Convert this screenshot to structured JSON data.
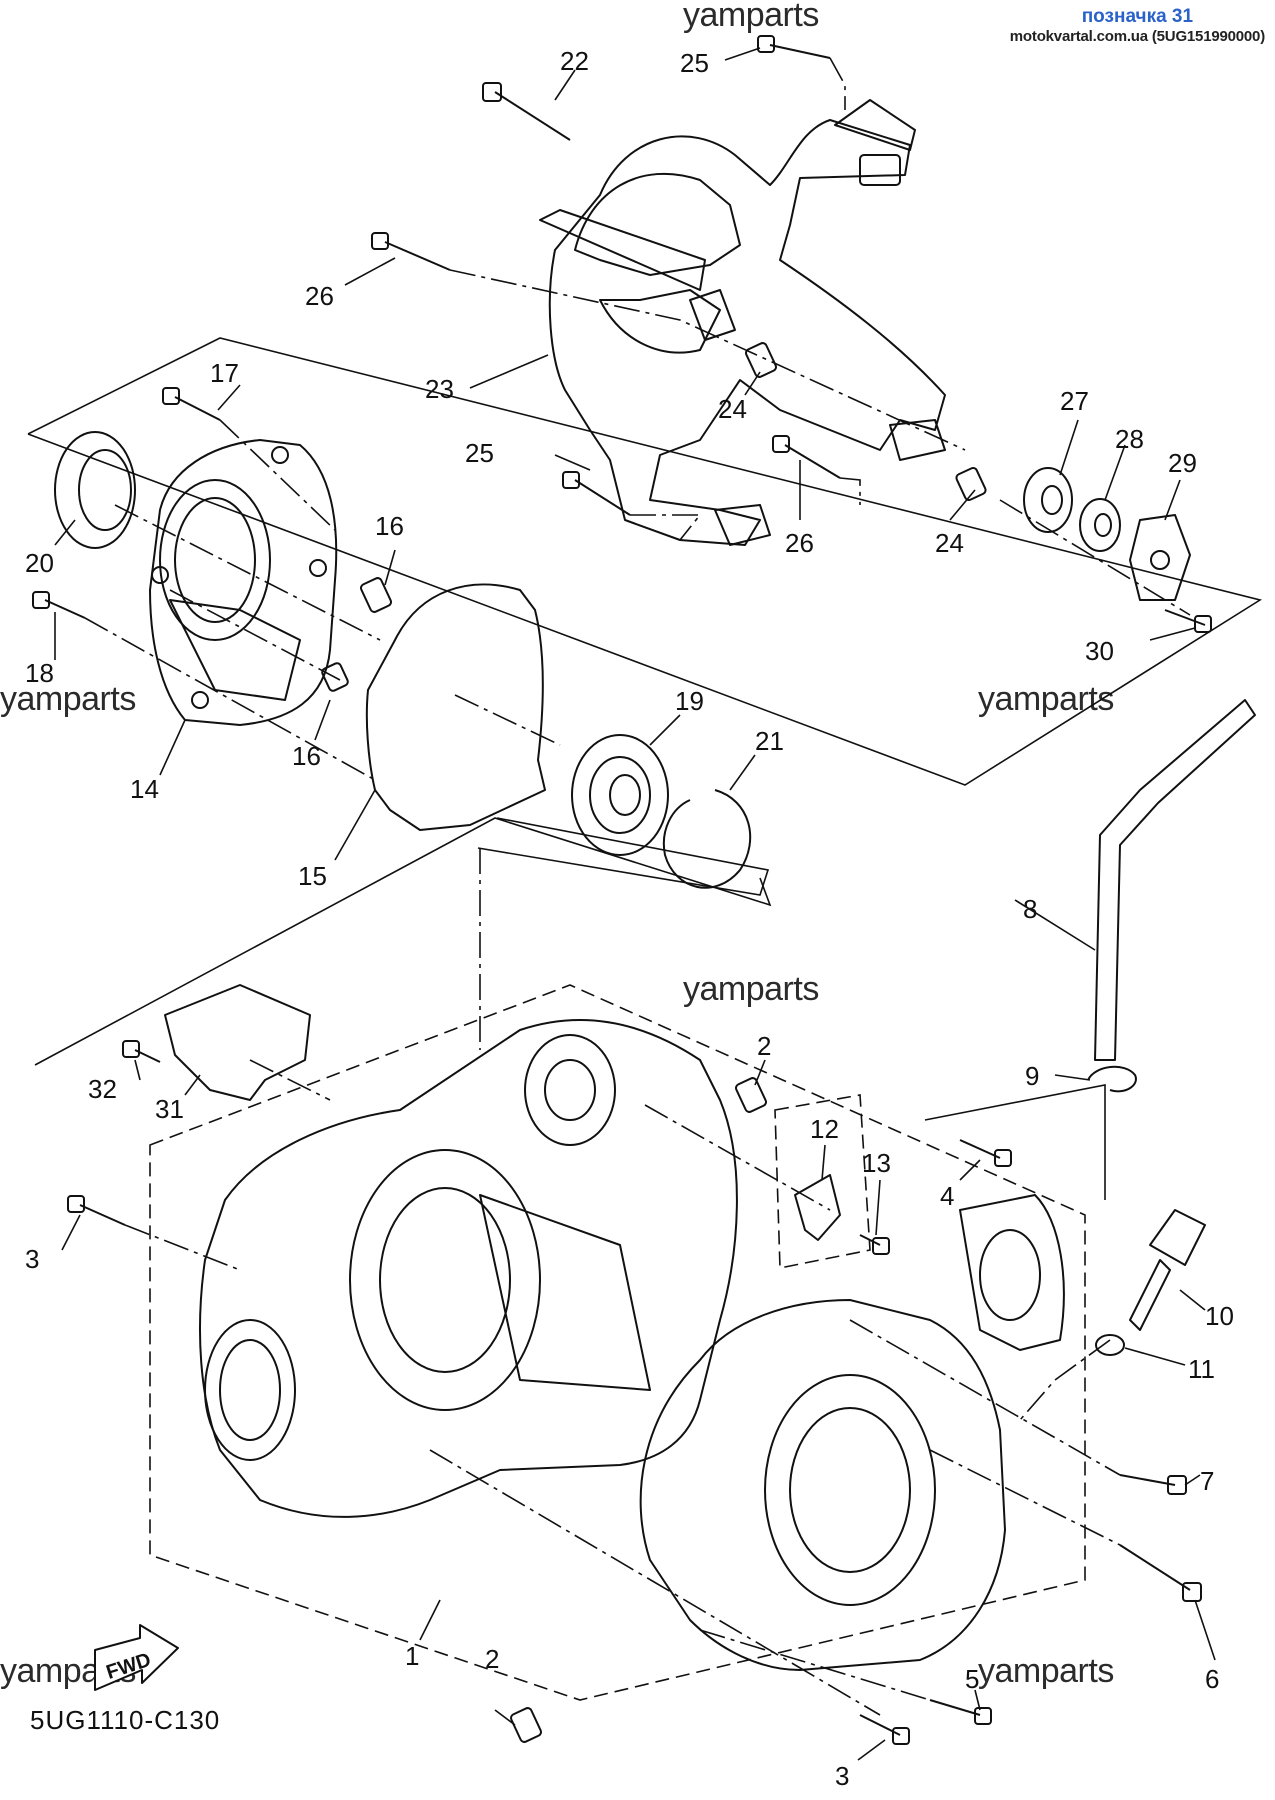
{
  "header": {
    "title": "позначка 31",
    "site": "motokvartal.com.ua (5UG151990000)"
  },
  "diagram_code": "5UG1110-C130",
  "watermark": "yamparts",
  "fwd_label": "FWD",
  "callouts": [
    "1",
    "2",
    "2",
    "3",
    "3",
    "4",
    "5",
    "6",
    "7",
    "8",
    "9",
    "10",
    "11",
    "12",
    "13",
    "14",
    "15",
    "16",
    "16",
    "17",
    "18",
    "19",
    "20",
    "21",
    "22",
    "23",
    "24",
    "24",
    "25",
    "25",
    "26",
    "26",
    "27",
    "28",
    "29",
    "30",
    "31",
    "32"
  ]
}
